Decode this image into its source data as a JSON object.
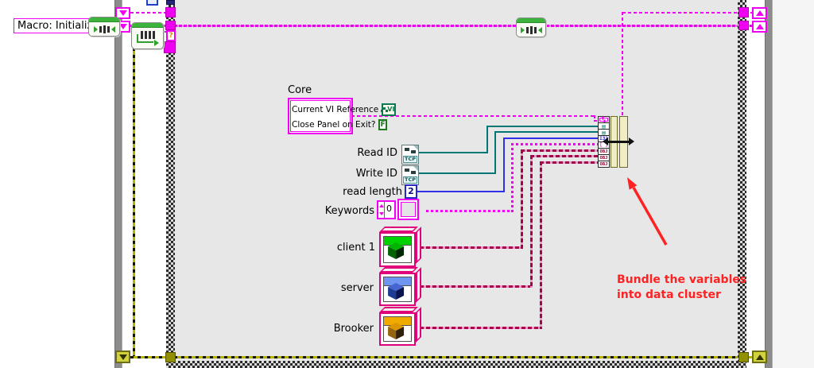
{
  "labels": {
    "macro": "Macro: Initialize",
    "core_group": "Core",
    "core_row1": "Current VI Reference",
    "core_row2": "Close Panel on Exit?",
    "vi_ref": "VI",
    "bool_false": "F",
    "read_id": "Read ID",
    "write_id": "Write ID",
    "read_length": "read length",
    "read_length_value": "2",
    "keywords": "Keywords",
    "keywords_index": "0",
    "tcp": "TCP",
    "question_mark": "?"
  },
  "objects": [
    {
      "label": "client 1",
      "banner": "#00D200",
      "cube_top": "#00B400",
      "cube_left": "#006400",
      "cube_right": "#002800"
    },
    {
      "label": "server",
      "banner": "#6E96F0",
      "cube_top": "#4664D2",
      "cube_left": "#1E3C96",
      "cube_right": "#0A1450"
    },
    {
      "label": "Brooker",
      "banner": "#F0AA00",
      "cube_top": "#DC9600",
      "cube_left": "#96640A",
      "cube_right": "#32200A"
    }
  ],
  "bundle": {
    "terminals": [
      {
        "type": "cluster",
        "glyph": "▚"
      },
      {
        "type": "tcp-refnum",
        "glyph": "▤"
      },
      {
        "type": "tcp-refnum",
        "glyph": "▤"
      },
      {
        "type": "int32",
        "glyph": "I32"
      },
      {
        "type": "array",
        "glyph": "[ ]"
      },
      {
        "type": "object",
        "glyph": "OBJ"
      },
      {
        "type": "object",
        "glyph": "OBJ"
      },
      {
        "type": "object",
        "glyph": "OBJ"
      }
    ]
  },
  "annotation": {
    "line1": "Bundle the variables",
    "line2": "into data cluster",
    "color": "#FF2222"
  },
  "colors": {
    "wire_cluster": "#F000F0",
    "wire_class": "#A8004C",
    "wire_refnum": "#007878",
    "wire_int32": "#3030E8",
    "wire_error": "#B4B400"
  }
}
